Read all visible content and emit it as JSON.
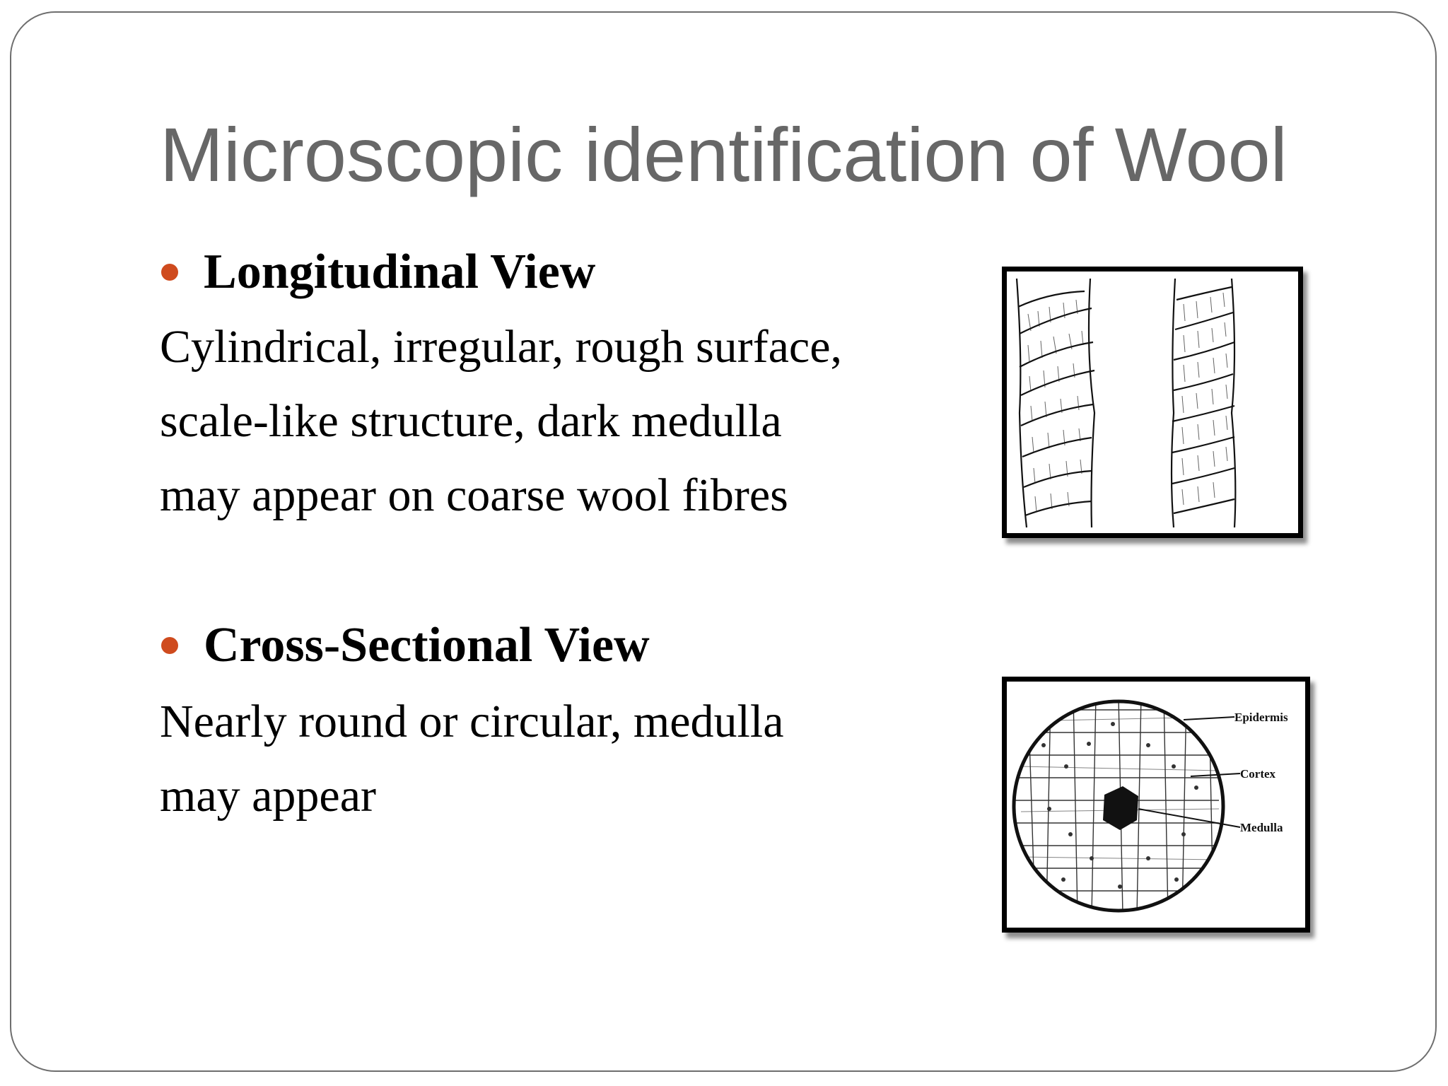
{
  "slide": {
    "title": "Microscopic identification of Wool",
    "accent_color": "#cf4b1e",
    "sections": [
      {
        "heading": "Longitudinal View",
        "lines": [
          "Cylindrical, irregular, rough surface,",
          "scale-like structure, dark medulla",
          "may appear on coarse wool fibres"
        ]
      },
      {
        "heading": "Cross-Sectional View",
        "lines": [
          "Nearly round or circular, medulla",
          "may appear"
        ]
      }
    ],
    "cross_section_labels": [
      "Epidermis",
      "Cortex",
      "Medulla"
    ]
  }
}
